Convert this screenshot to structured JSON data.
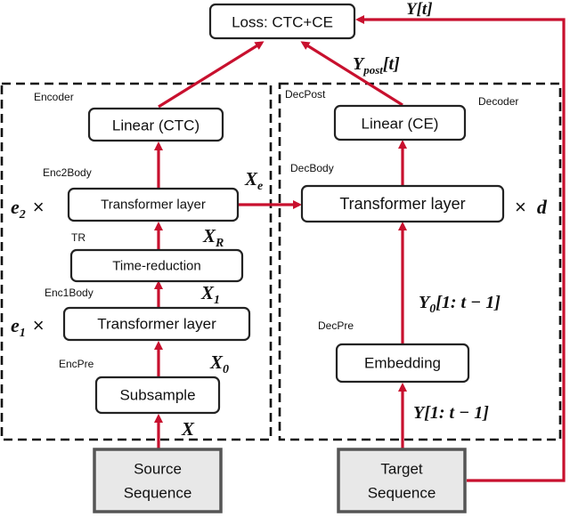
{
  "nodes": {
    "loss": "Loss: CTC+CE",
    "linear_ctc": "Linear (CTC)",
    "linear_ce": "Linear (CE)",
    "enc_transformer2": "Transformer layer",
    "time_reduction": "Time-reduction",
    "enc_transformer1": "Transformer layer",
    "subsample": "Subsample",
    "dec_transformer": "Transformer layer",
    "embedding": "Embedding",
    "source_line1": "Source",
    "source_line2": "Sequence",
    "target_line1": "Target",
    "target_line2": "Sequence"
  },
  "groups": {
    "encoder": "Encoder",
    "decoder": "Decoder",
    "enc2body": "Enc2Body",
    "tr": "TR",
    "enc1body": "Enc1Body",
    "encpre": "EncPre",
    "decpost": "DecPost",
    "decbody": "DecBody",
    "decpre": "DecPre"
  },
  "multipliers": {
    "e2": {
      "sym": "e",
      "sub": "2",
      "times": "×"
    },
    "e1": {
      "sym": "e",
      "sub": "1",
      "times": "×"
    },
    "d": {
      "times": "×",
      "sym": "d"
    }
  },
  "edge_labels": {
    "y_t": {
      "main": "Y",
      "rest": "[t]"
    },
    "y_post": {
      "main": "Y",
      "sub": "post",
      "rest": "[t]"
    },
    "x_e": {
      "main": "X",
      "sub": "e"
    },
    "x_r": {
      "main": "X",
      "sub": "R"
    },
    "x_1": {
      "main": "X",
      "sub": "1"
    },
    "x_0": {
      "main": "X",
      "sub": "0"
    },
    "x": {
      "main": "X"
    },
    "y0": {
      "main": "Y",
      "sub": "0",
      "rest": "[1: t − 1]"
    },
    "y1": {
      "main": "Y",
      "rest": "[1: t − 1]"
    }
  },
  "colors": {
    "arrow": "#c8102e",
    "box_border": "#222222",
    "source_fill": "#e8e8e8"
  }
}
